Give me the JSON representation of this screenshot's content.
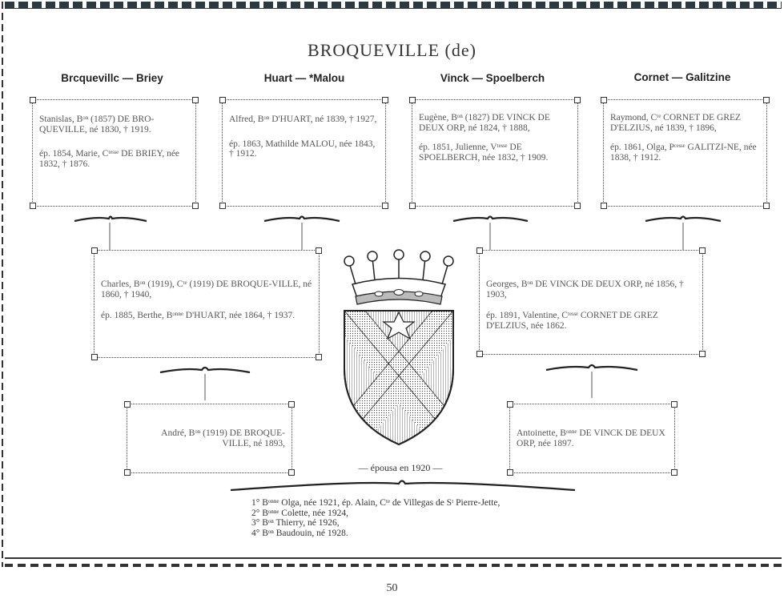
{
  "title": "BROQUEVILLE (de)",
  "couples": [
    {
      "heading": "Brcquevillc — Briey",
      "line1": "Stanislas, Bᵒⁿ (1857) DE BRO-QUEVILLE, né 1830, † 1919.",
      "line2": "ép. 1854, Marie, Cᵗᵉˢˢᵉ DE BRIEY, née 1832, † 1876."
    },
    {
      "heading": "Huart — *Malou",
      "line1": "Alfred, Bᵒⁿ D'HUART, né 1839, † 1927,",
      "line2": "ép. 1863, Mathilde MALOU, née 1843, † 1912."
    },
    {
      "heading": "Vinck — Spoelberch",
      "line1": "Eugène, Bᵒⁿ (1827) DE VINCK DE DEUX ORP, né 1824, † 1888,",
      "line2": "ép. 1851, Julienne, Vᵗᵉˢˢᵉ DE SPOELBERCH, née 1832, † 1909."
    },
    {
      "heading": "Cornet — Galitzine",
      "line1": "Raymond, Cᵗᵉ CORNET DE GREZ D'ELZIUS, né 1839, † 1896,",
      "line2": "ép. 1861, Olga, Pᶜᵉˢˢᵉ GALITZI-NE, née 1838, † 1912."
    }
  ],
  "middle_left": {
    "line1": "Charles, Bᵒⁿ (1919), Cᵗᵉ (1919) DE BROQUE-VILLE, né 1860, † 1940,",
    "line2": "ép. 1885, Berthe, Bᵒⁿⁿᵉ D'HUART, née 1864, † 1937."
  },
  "middle_right": {
    "line1": "Georges, Bᵒⁿ DE VINCK DE DEUX ORP, né 1856, † 1903,",
    "line2": "ép. 1891, Valentine, Cᵗᵉˢˢᵉ CORNET DE GREZ D'ELZIUS, née 1862."
  },
  "bottom_left": "André, Bᵒⁿ (1919) DE BROQUE-VILLE, né 1893,",
  "bottom_right": "Antoinette, Bᵒⁿⁿᵉ DE VINCK DE DEUX ORP, née 1897.",
  "married": "— épousa en 1920 —",
  "children": [
    "1° Bᵒⁿⁿᵉ Olga, née 1921, ép. Alain, Cᵗᵉ de Villegas de Sᵗ Pierre-Jette,",
    "2° Bᵒⁿⁿᵉ Colette, née 1924,",
    "3° Bᵒⁿ Thierry, né 1926,",
    "4° Bᵒⁿ Baudouin, né 1928."
  ],
  "page_number": "50",
  "icons": {
    "crest": "coronet-icon",
    "shield": "coat-of-arms-icon",
    "star": "star-icon"
  }
}
